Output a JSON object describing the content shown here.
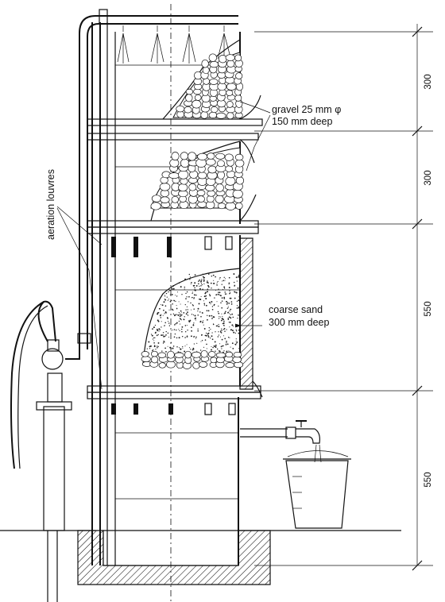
{
  "labels": {
    "gravel_line1": "gravel 25 mm φ",
    "gravel_line2": "150 mm deep",
    "sand_line1": "coarse sand",
    "sand_line2": "300 mm deep",
    "louvres": "aeration louvres"
  },
  "dimensions": [
    "300",
    "300",
    "550",
    "550"
  ]
}
